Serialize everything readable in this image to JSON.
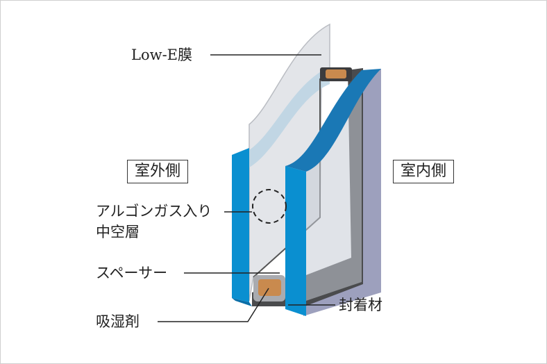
{
  "labels": {
    "low_e": "Low-E膜",
    "outdoor": "室外側",
    "indoor": "室内側",
    "argon_line1": "アルゴンガス入り",
    "argon_line2": "中空層",
    "spacer": "スペーサー",
    "desiccant": "吸湿剤",
    "sealant": "封着材"
  },
  "colors": {
    "glass_edge_blue": "#0a8fd0",
    "glass_face": "#e3e5e9",
    "sealant_dark": "#4a4b4d",
    "side_face": "#9da0bd",
    "desiccant": "#c98a4e"
  }
}
